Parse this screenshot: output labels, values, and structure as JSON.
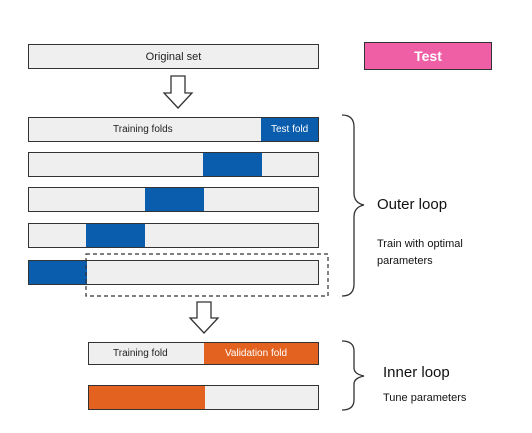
{
  "original_set_label": "Original set",
  "test_label": "Test",
  "outer": {
    "training_folds_label": "Training folds",
    "test_fold_label": "Test fold",
    "loop_title": "Outer loop",
    "desc_line1": "Train with optimal",
    "desc_line2": "parameters"
  },
  "inner": {
    "training_fold_label": "Training fold",
    "validation_fold_label": "Validation fold",
    "loop_title": "Inner loop",
    "desc": "Tune parameters"
  },
  "colors": {
    "test_fold": "#0a5cad",
    "validation_fold": "#e4621f",
    "test_box": "#ef5fa6",
    "bar_fill": "#efefef"
  }
}
